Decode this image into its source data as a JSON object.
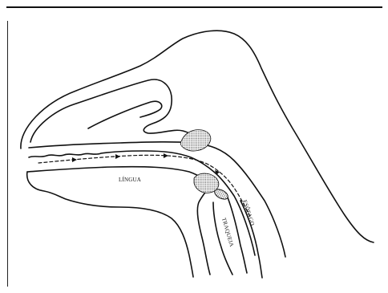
{
  "labels": {
    "tongue": "LÍNGUA",
    "trachea": "TRAQUEIA",
    "esophagus": "ESÔFAGO"
  },
  "colors": {
    "line": "#111111",
    "background": "#ffffff",
    "dots": "#222222"
  }
}
